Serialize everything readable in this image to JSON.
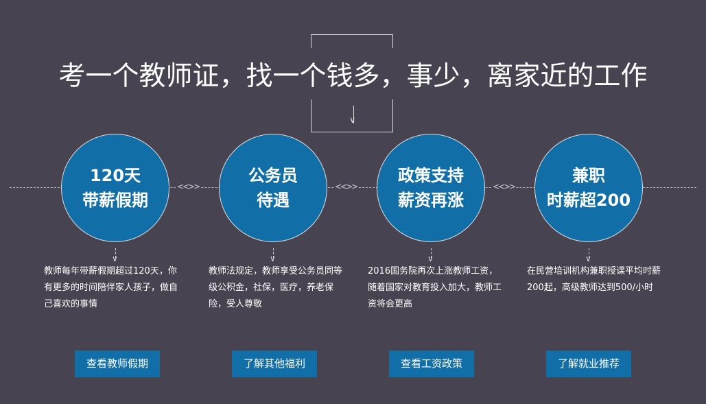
{
  "title": "考一个教师证，找一个钱多，事少，离家近的工作",
  "connector": "<<>>",
  "items": [
    {
      "line1": "120天",
      "line2": "带薪假期",
      "desc": "教师每年带薪假期超过120天，你有更多的时间陪伴家人孩子，做自己喜欢的事情",
      "button": "查看教师假期"
    },
    {
      "line1": "公务员",
      "line2": "待遇",
      "desc": "教师法规定，教师享受公务员同等级公积金，社保，医疗，养老保险，受人尊敬",
      "button": "了解其他福利"
    },
    {
      "line1": "政策支持",
      "line2": "薪资再涨",
      "desc": "2016国务院再次上涨教师工资，随着国家对教育投入加大，教师工资将会更高",
      "button": "查看工资政策"
    },
    {
      "line1": "兼职",
      "line2": "时薪超200",
      "desc": "在民营培训机构兼职授课平均时薪200起，高级教师达到500/小时",
      "button": "了解就业推荐"
    }
  ],
  "colors": {
    "background": "#474350",
    "accent": "#116ea6"
  }
}
